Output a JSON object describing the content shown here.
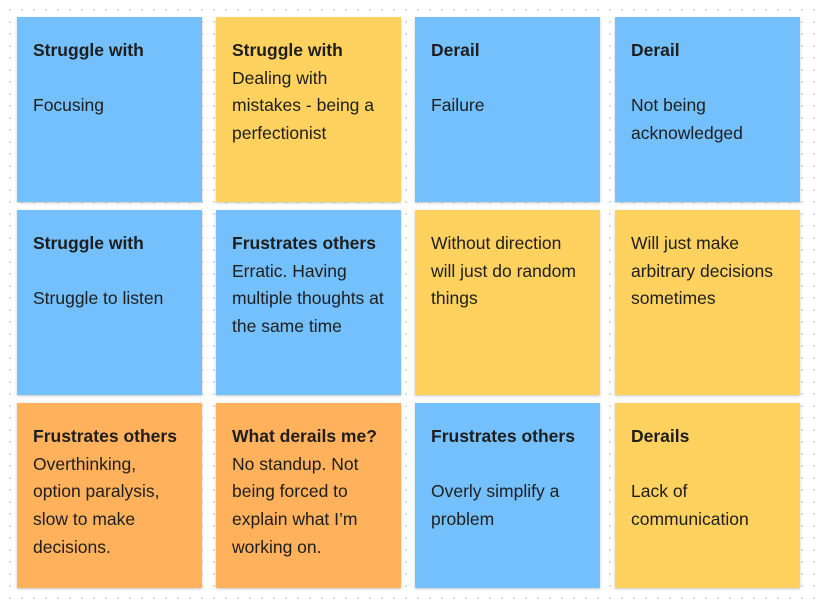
{
  "colors": {
    "blue": "#74c0fc",
    "yellow": "#ffd25f",
    "orange": "#ffb15c",
    "background": "#ffffff"
  },
  "notes": [
    {
      "heading": "Struggle with",
      "body": "Focusing",
      "color": "blue"
    },
    {
      "heading": "Struggle with",
      "body": "Dealing with mistakes - being a perfectionist",
      "color": "yellow"
    },
    {
      "heading": "Derail",
      "body": "Failure",
      "color": "blue"
    },
    {
      "heading": "Derail",
      "body": "Not being acknowledged",
      "color": "blue"
    },
    {
      "heading": "Struggle with",
      "body": "Struggle to listen",
      "color": "blue"
    },
    {
      "heading": "Frustrates others",
      "body": "Erratic. Having multiple thoughts at the same time",
      "color": "blue"
    },
    {
      "heading": "",
      "body": "Without direction will just do random things",
      "color": "yellow"
    },
    {
      "heading": "",
      "body": "Will just make arbitrary decisions sometimes",
      "color": "yellow"
    },
    {
      "heading": "Frustrates others",
      "body": "Overthinking, option paralysis, slow to make decisions.",
      "color": "orange"
    },
    {
      "heading": "What derails me?",
      "body": "No standup. Not being forced to explain what I’m working on.",
      "color": "orange"
    },
    {
      "heading": "Frustrates others",
      "body": "Overly simplify a problem",
      "color": "blue"
    },
    {
      "heading": "Derails",
      "body": "Lack of communication",
      "color": "yellow"
    }
  ]
}
